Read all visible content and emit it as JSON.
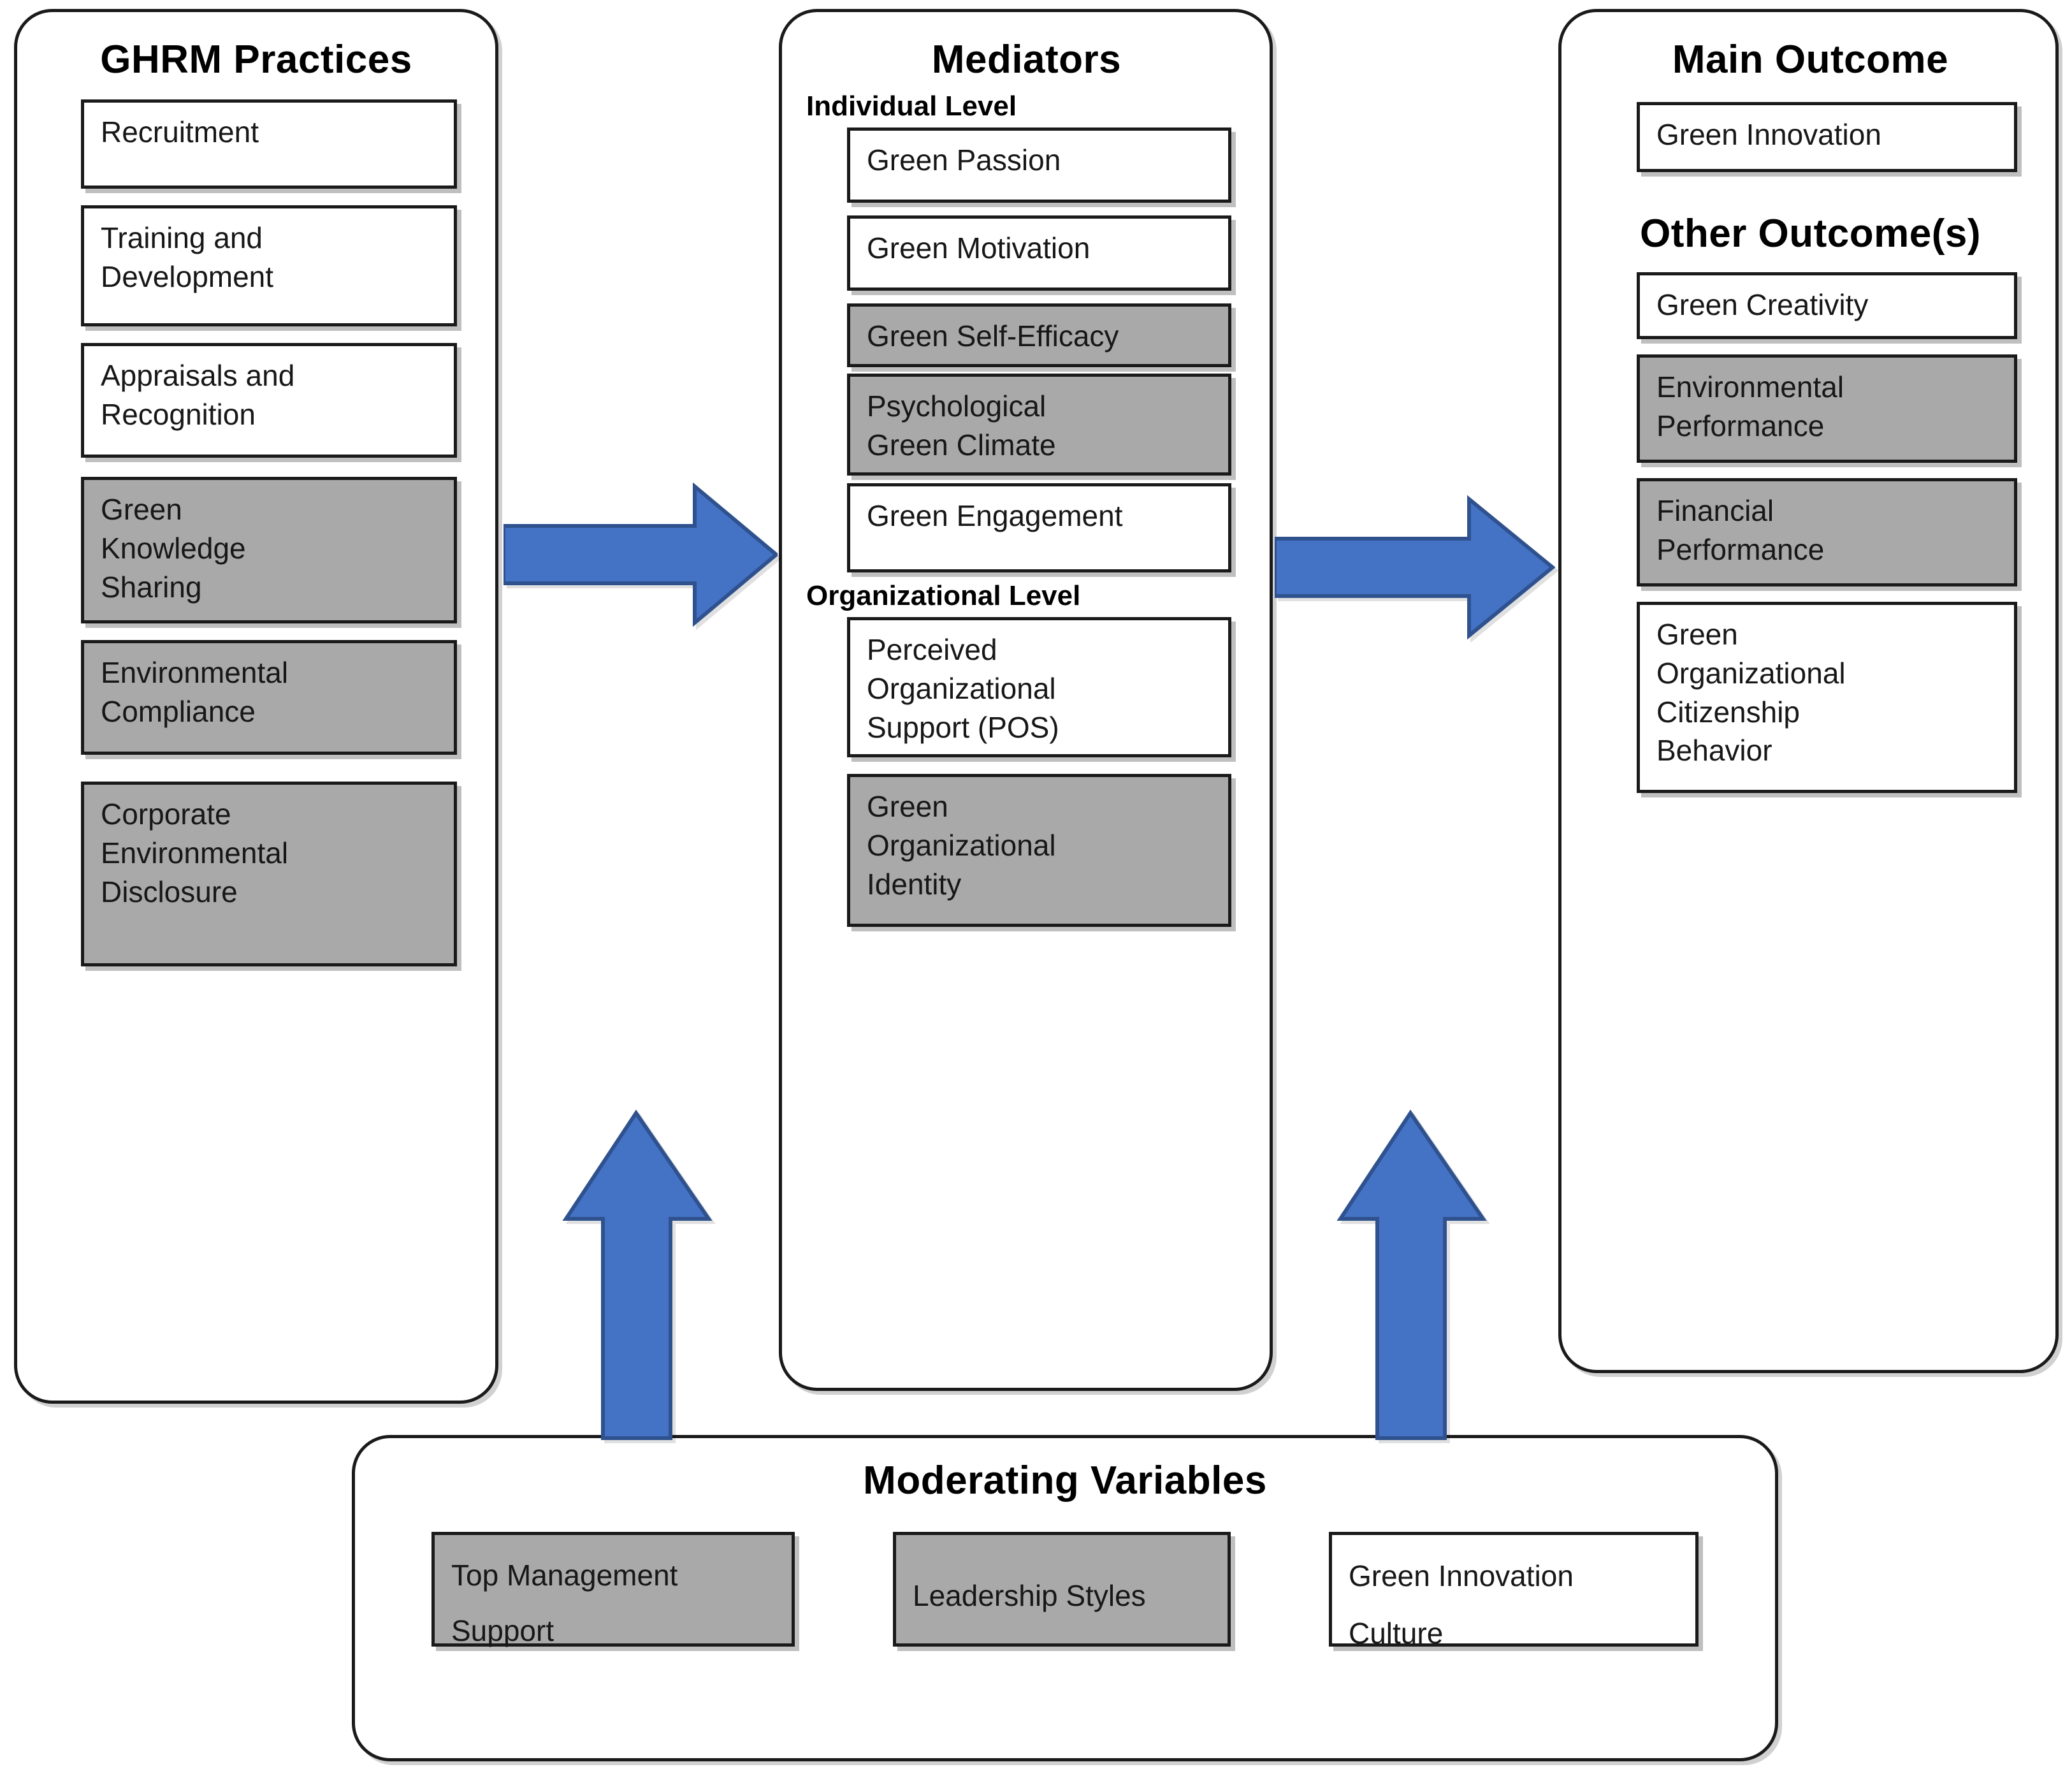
{
  "colors": {
    "arrow_blue": "#4472C4",
    "arrow_blue_dark": "#2F528F",
    "box_gray": "#A9A9A9",
    "box_white": "#FFFFFF",
    "border_black": "#1A1A1A"
  },
  "columns": {
    "ghrm": {
      "title": "GHRM Practices",
      "items": [
        {
          "label": "Recruitment",
          "shade": "white"
        },
        {
          "label": "Training and\nDevelopment",
          "shade": "white"
        },
        {
          "label": "Appraisals and\nRecognition",
          "shade": "white"
        },
        {
          "label": "Green\nKnowledge\nSharing",
          "shade": "gray"
        },
        {
          "label": "Environmental\nCompliance",
          "shade": "gray"
        },
        {
          "label": "Corporate\nEnvironmental\nDisclosure",
          "shade": "gray"
        }
      ]
    },
    "mediators": {
      "title": "Mediators",
      "groups": [
        {
          "heading": "Individual Level",
          "items": [
            {
              "label": "Green Passion",
              "shade": "white"
            },
            {
              "label": "Green Motivation",
              "shade": "white"
            },
            {
              "label": "Green Self-Efficacy",
              "shade": "gray"
            },
            {
              "label": "Psychological\nGreen Climate",
              "shade": "gray"
            },
            {
              "label": "Green Engagement",
              "shade": "white"
            }
          ]
        },
        {
          "heading": "Organizational Level",
          "items": [
            {
              "label": "Perceived\nOrganizational\nSupport (POS)",
              "shade": "white"
            },
            {
              "label": "Green\nOrganizational\nIdentity",
              "shade": "gray"
            }
          ]
        }
      ]
    },
    "outcomes": {
      "title": "Main Outcome",
      "main_items": [
        {
          "label": "Green Innovation",
          "shade": "white"
        }
      ],
      "other_heading": "Other Outcome(s)",
      "other_items": [
        {
          "label": "Green Creativity",
          "shade": "white"
        },
        {
          "label": "Environmental\nPerformance",
          "shade": "gray"
        },
        {
          "label": "Financial\nPerformance",
          "shade": "gray"
        },
        {
          "label": "Green\nOrganizational\nCitizenship\nBehavior",
          "shade": "white"
        }
      ]
    }
  },
  "moderators": {
    "title": "Moderating Variables",
    "items": [
      {
        "label": "Top Management\nSupport",
        "shade": "gray"
      },
      {
        "label": "Leadership Styles",
        "shade": "gray"
      },
      {
        "label": "Green Innovation\nCulture",
        "shade": "white"
      }
    ]
  },
  "arrows": [
    {
      "name": "arrow-ghrm-to-mediators",
      "direction": "right"
    },
    {
      "name": "arrow-mediators-to-outcomes",
      "direction": "right"
    },
    {
      "name": "arrow-moderators-to-mediators",
      "direction": "up"
    },
    {
      "name": "arrow-moderators-to-outcomes",
      "direction": "up"
    }
  ]
}
